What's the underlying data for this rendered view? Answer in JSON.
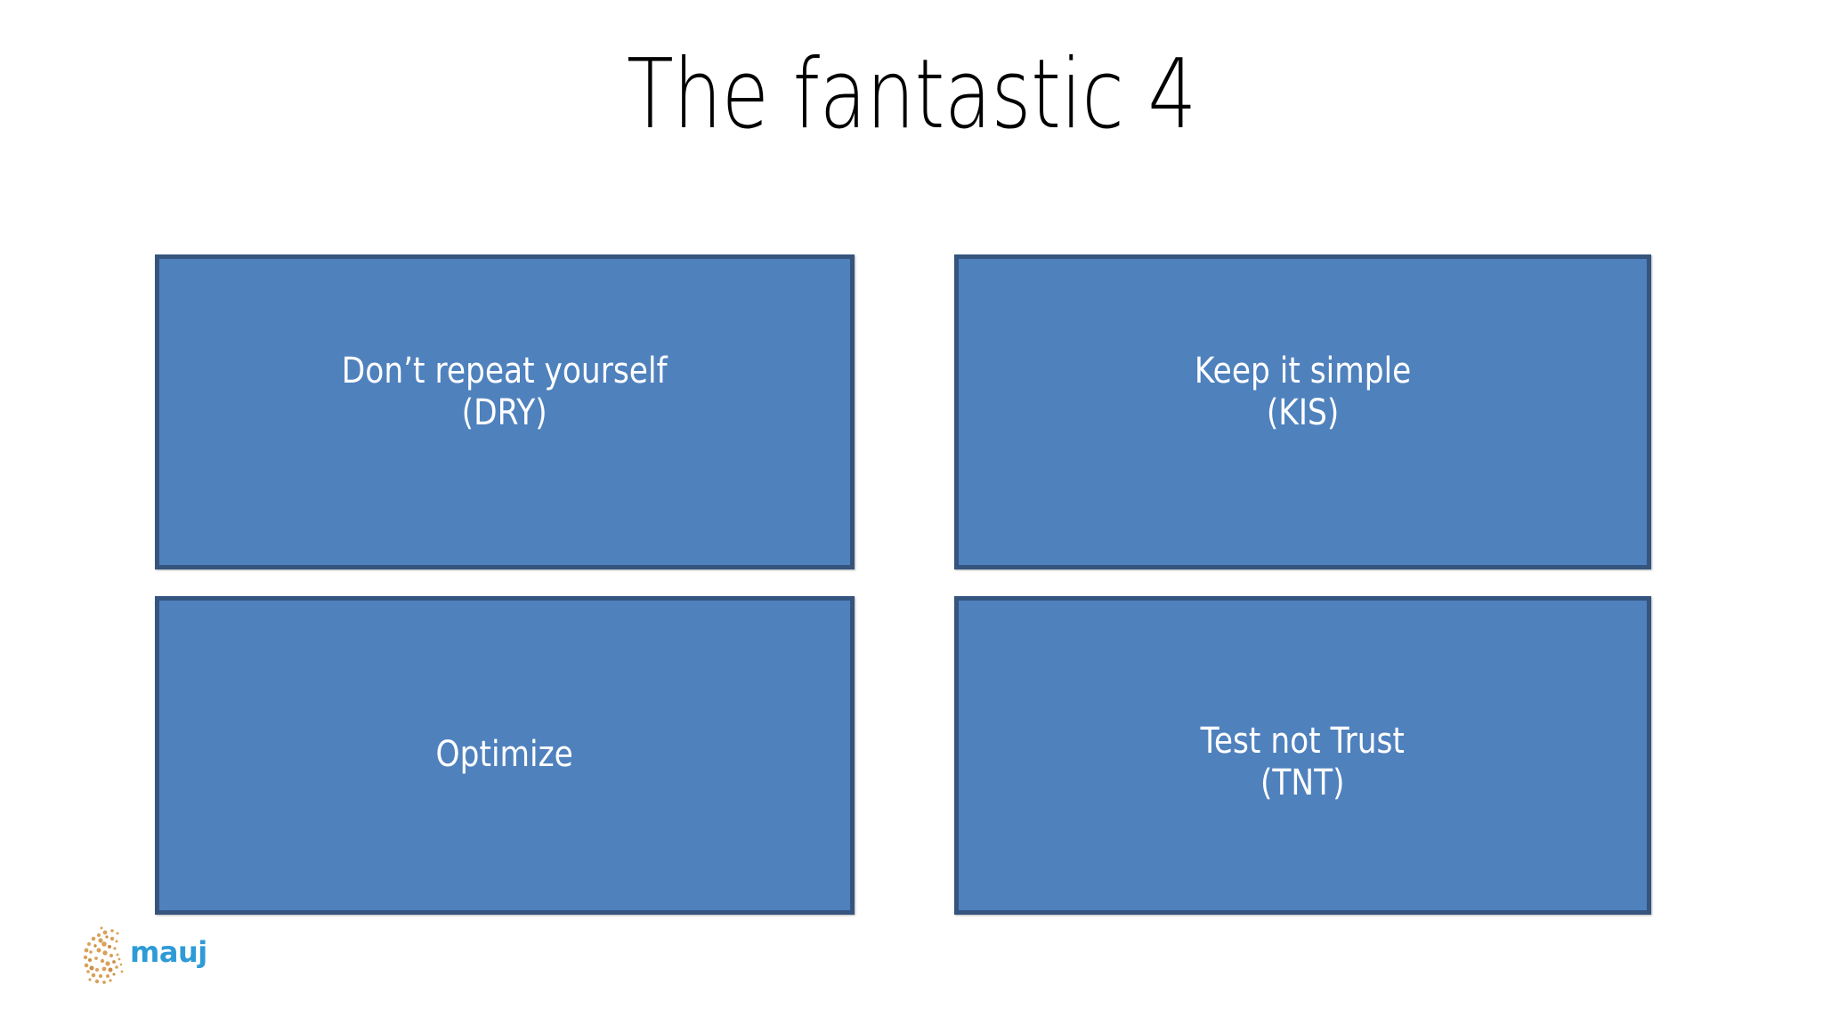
{
  "slide": {
    "title": "The fantastic 4",
    "background_color": "#FFFFFF",
    "title_color": "#000000"
  },
  "theme": {
    "box_fill": "#4F81BD",
    "box_border": "#35547E",
    "box_text_color": "#FFFFFF",
    "logo_word_color": "#2E9BD6",
    "logo_mark_color": "#D9A25A"
  },
  "boxes": [
    {
      "id": "dry",
      "position": "top-left",
      "text": "Don’t repeat yourself\n(DRY)",
      "line1": "Don’t repeat yourself",
      "line2": "(DRY)",
      "acronym": "DRY"
    },
    {
      "id": "kis",
      "position": "top-right",
      "text": "Keep it simple\n(KIS)",
      "line1": "Keep it simple",
      "line2": "(KIS)",
      "acronym": "KIS"
    },
    {
      "id": "optimize",
      "position": "bottom-left",
      "text": "Optimize",
      "line1": "Optimize",
      "line2": "",
      "acronym": ""
    },
    {
      "id": "tnt",
      "position": "bottom-right",
      "text": "Test not Trust\n(TNT)",
      "line1": "Test not Trust",
      "line2": "(TNT)",
      "acronym": "TNT"
    }
  ],
  "logo": {
    "wordmark": "mauj",
    "mark": "dotted-swirl-icon"
  }
}
